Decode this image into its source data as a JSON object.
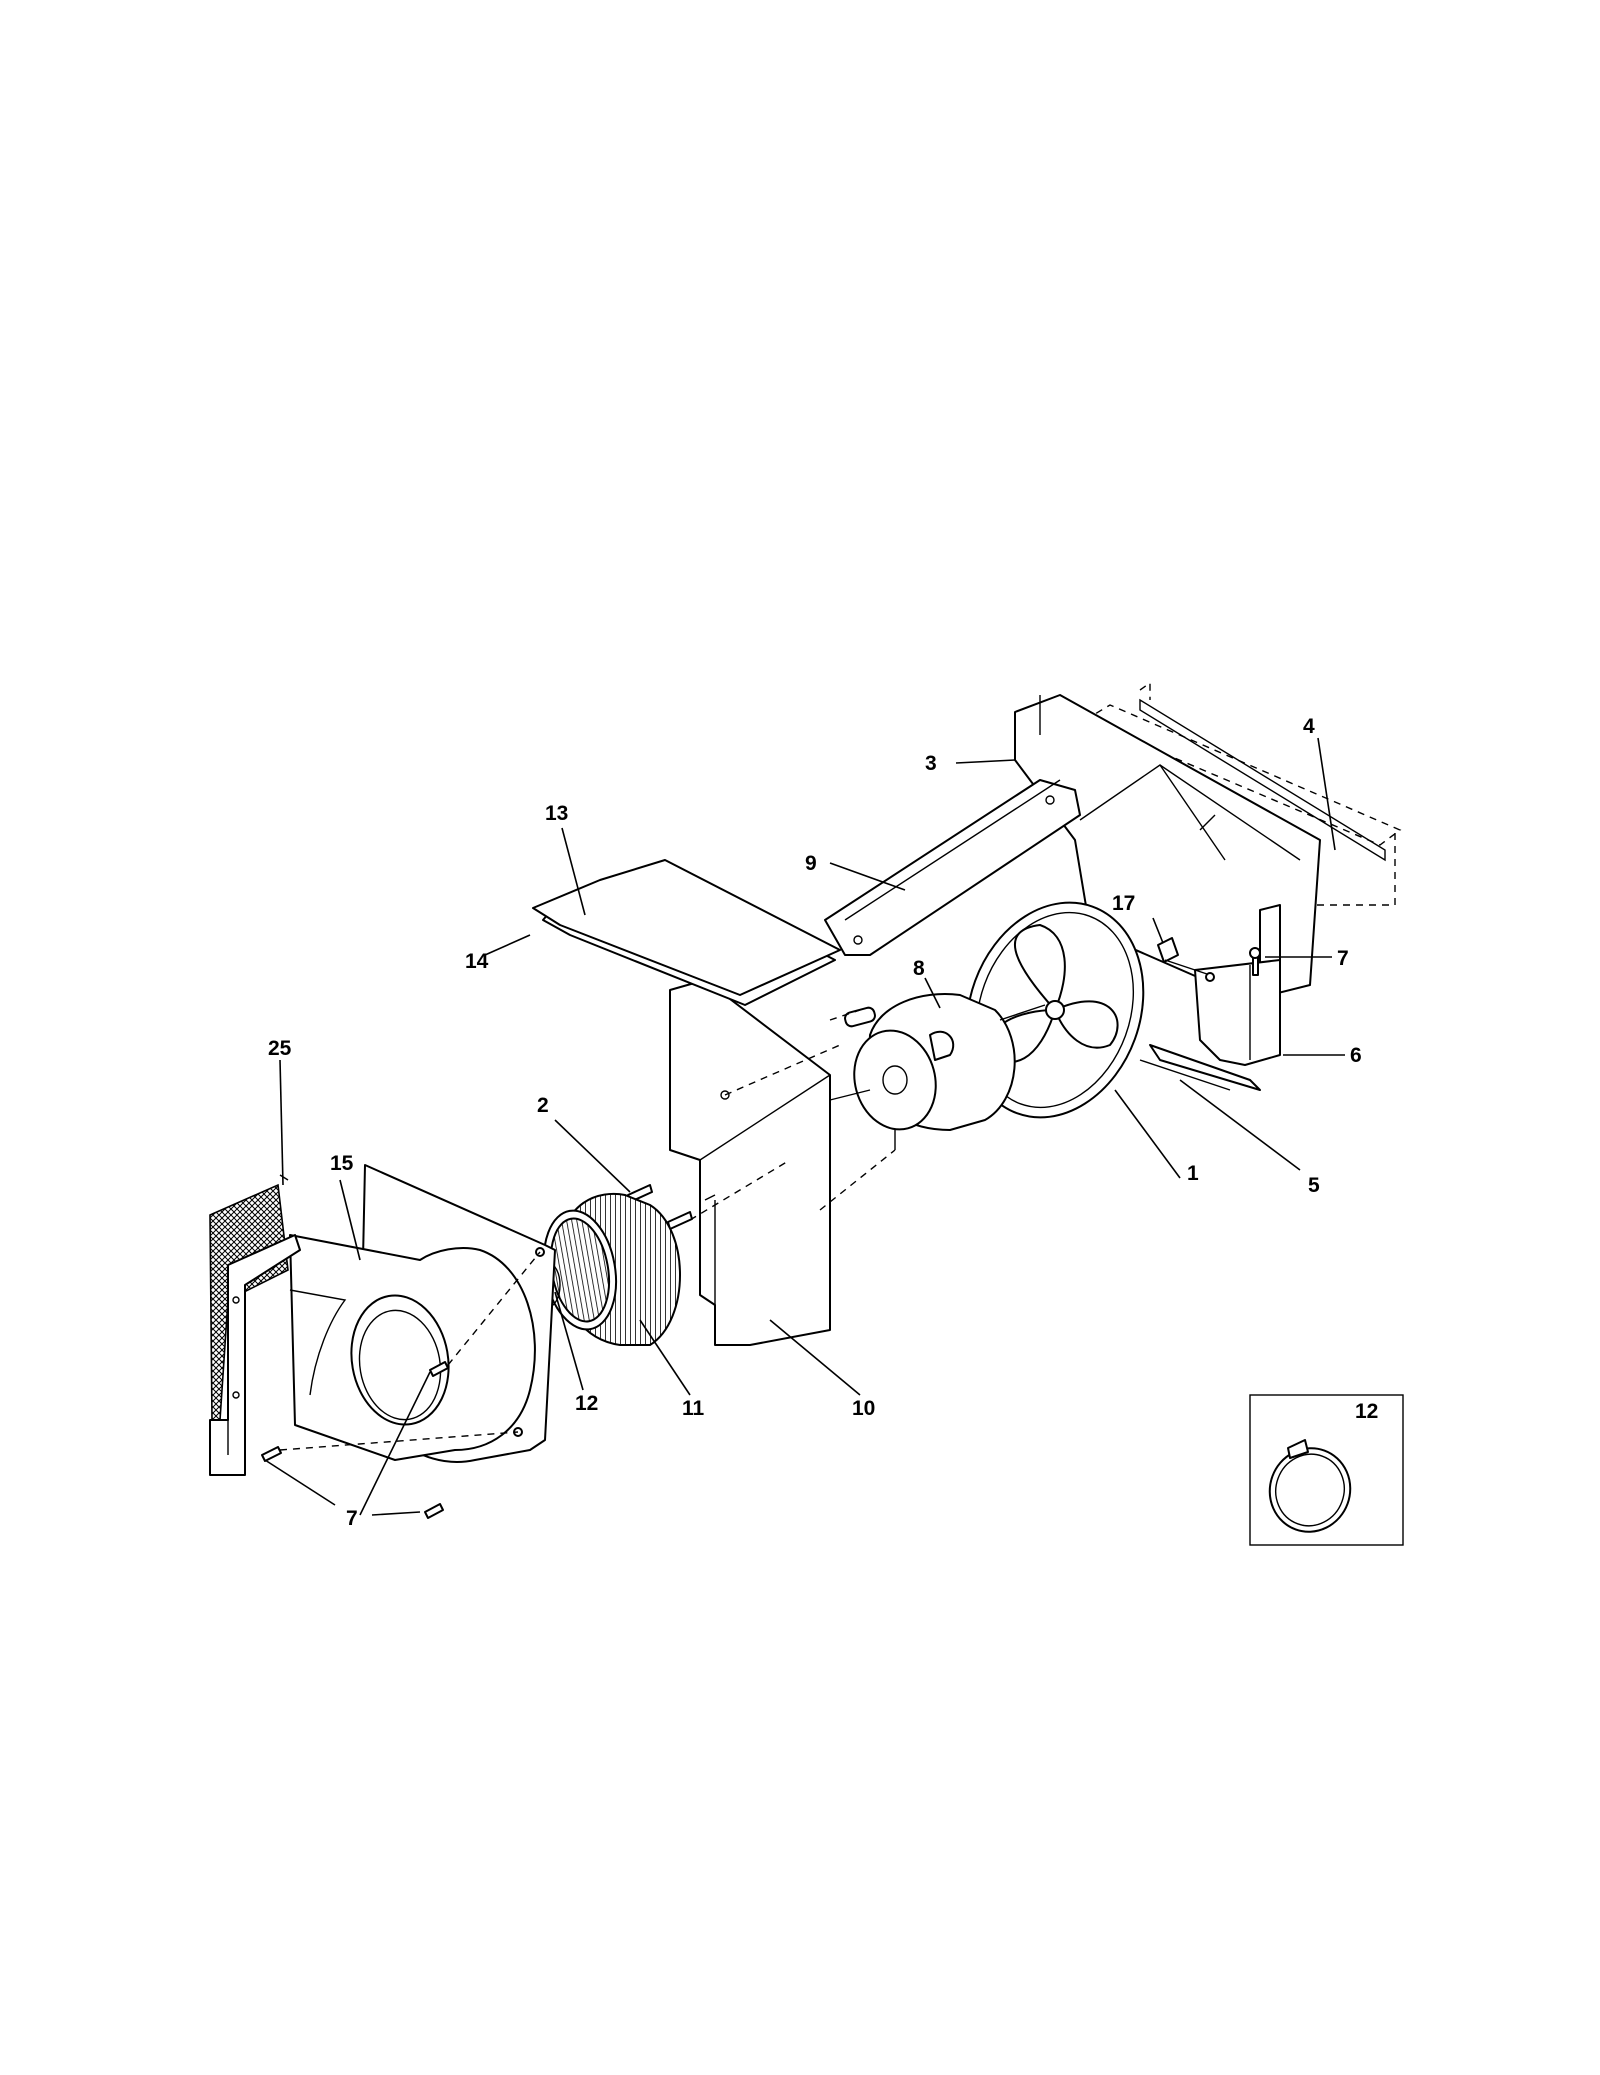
{
  "callouts": {
    "c1": "1",
    "c2": "2",
    "c3": "3",
    "c4": "4",
    "c5": "5",
    "c6": "6",
    "c7a": "7",
    "c7b": "7",
    "c8": "8",
    "c9": "9",
    "c10": "10",
    "c11": "11",
    "c12a": "12",
    "c12b": "12",
    "c13": "13",
    "c14": "14",
    "c15": "15",
    "c17": "17",
    "c25": "25"
  },
  "colors": {
    "line": "#000000",
    "background": "#ffffff"
  }
}
